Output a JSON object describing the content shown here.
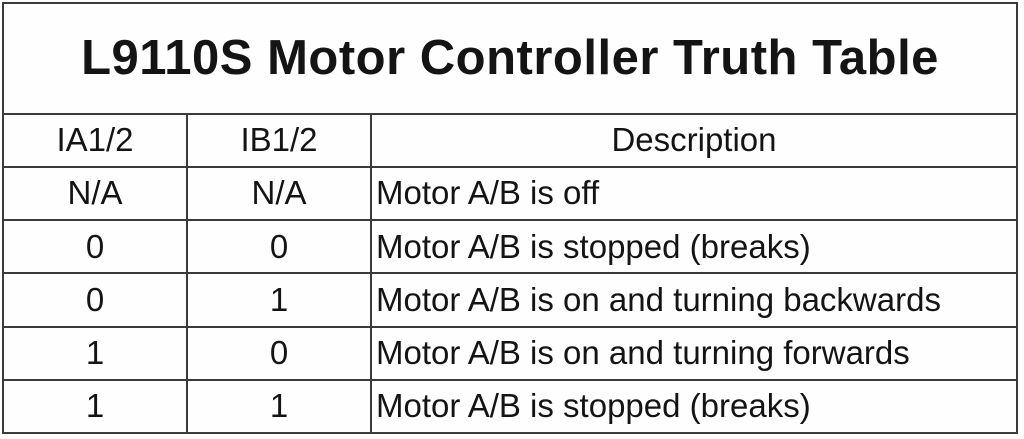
{
  "title": "L9110S Motor Controller Truth Table",
  "table": {
    "columns": [
      "IA1/2",
      "IB1/2",
      "Description"
    ],
    "rows": [
      [
        "N/A",
        "N/A",
        "Motor A/B is off"
      ],
      [
        "0",
        "0",
        "Motor A/B is stopped (breaks)"
      ],
      [
        "0",
        "1",
        "Motor A/B is on and turning backwards"
      ],
      [
        "1",
        "0",
        "Motor A/B is on and turning forwards"
      ],
      [
        "1",
        "1",
        "Motor A/B is stopped (breaks)"
      ]
    ]
  },
  "colors": {
    "border": "#3b3b3b",
    "text": "#141414",
    "background": "#ffffff"
  }
}
